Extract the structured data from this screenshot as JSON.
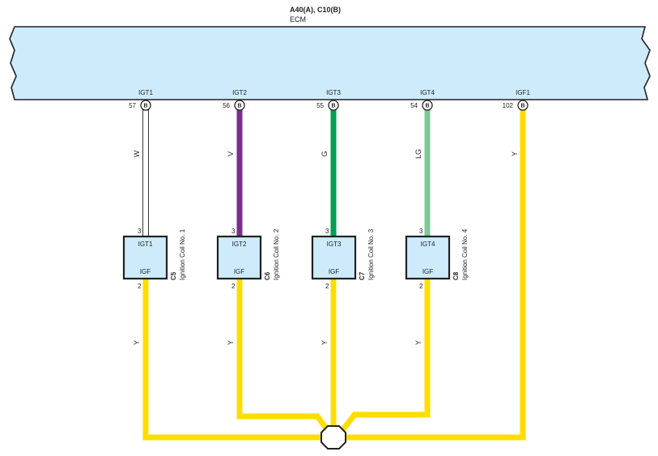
{
  "ecm": {
    "connector_ref": "A40(A), C10(B)",
    "name": "ECM",
    "color": "#cdebfb"
  },
  "terminals": [
    {
      "signal": "IGT1",
      "pin": "57",
      "mark": "B"
    },
    {
      "signal": "IGT2",
      "pin": "56",
      "mark": "B"
    },
    {
      "signal": "IGT3",
      "pin": "55",
      "mark": "B"
    },
    {
      "signal": "IGT4",
      "pin": "54",
      "mark": "B"
    },
    {
      "signal": "IGF1",
      "pin": "102",
      "mark": "B"
    }
  ],
  "wires": [
    {
      "label": "W",
      "color": "#ffffff"
    },
    {
      "label": "V",
      "color": "#7b2d8e"
    },
    {
      "label": "G",
      "color": "#00a050"
    },
    {
      "label": "LG",
      "color": "#7cc896"
    },
    {
      "label": "Y",
      "color": "#ffdd00"
    }
  ],
  "coils": [
    {
      "top_label": "IGT1",
      "bottom_label": "IGF",
      "pin_top": "3",
      "pin_bottom": "2",
      "connector": "C5",
      "name": "Ignition Coil No. 1",
      "ground_wire": "Y"
    },
    {
      "top_label": "IGT2",
      "bottom_label": "IGF",
      "pin_top": "3",
      "pin_bottom": "2",
      "connector": "C6",
      "name": "Ignition Coil No. 2",
      "ground_wire": "Y"
    },
    {
      "top_label": "IGT3",
      "bottom_label": "IGF",
      "pin_top": "3",
      "pin_bottom": "2",
      "connector": "C7",
      "name": "Ignition Coil No. 3",
      "ground_wire": "Y"
    },
    {
      "top_label": "IGT4",
      "bottom_label": "IGF",
      "pin_top": "3",
      "pin_bottom": "2",
      "connector": "C8",
      "name": "Ignition Coil No. 4",
      "ground_wire": "Y"
    }
  ],
  "colors": {
    "igf_wire": "#ffdd00",
    "outline": "#222222",
    "coil_fill": "#cdebfb"
  }
}
